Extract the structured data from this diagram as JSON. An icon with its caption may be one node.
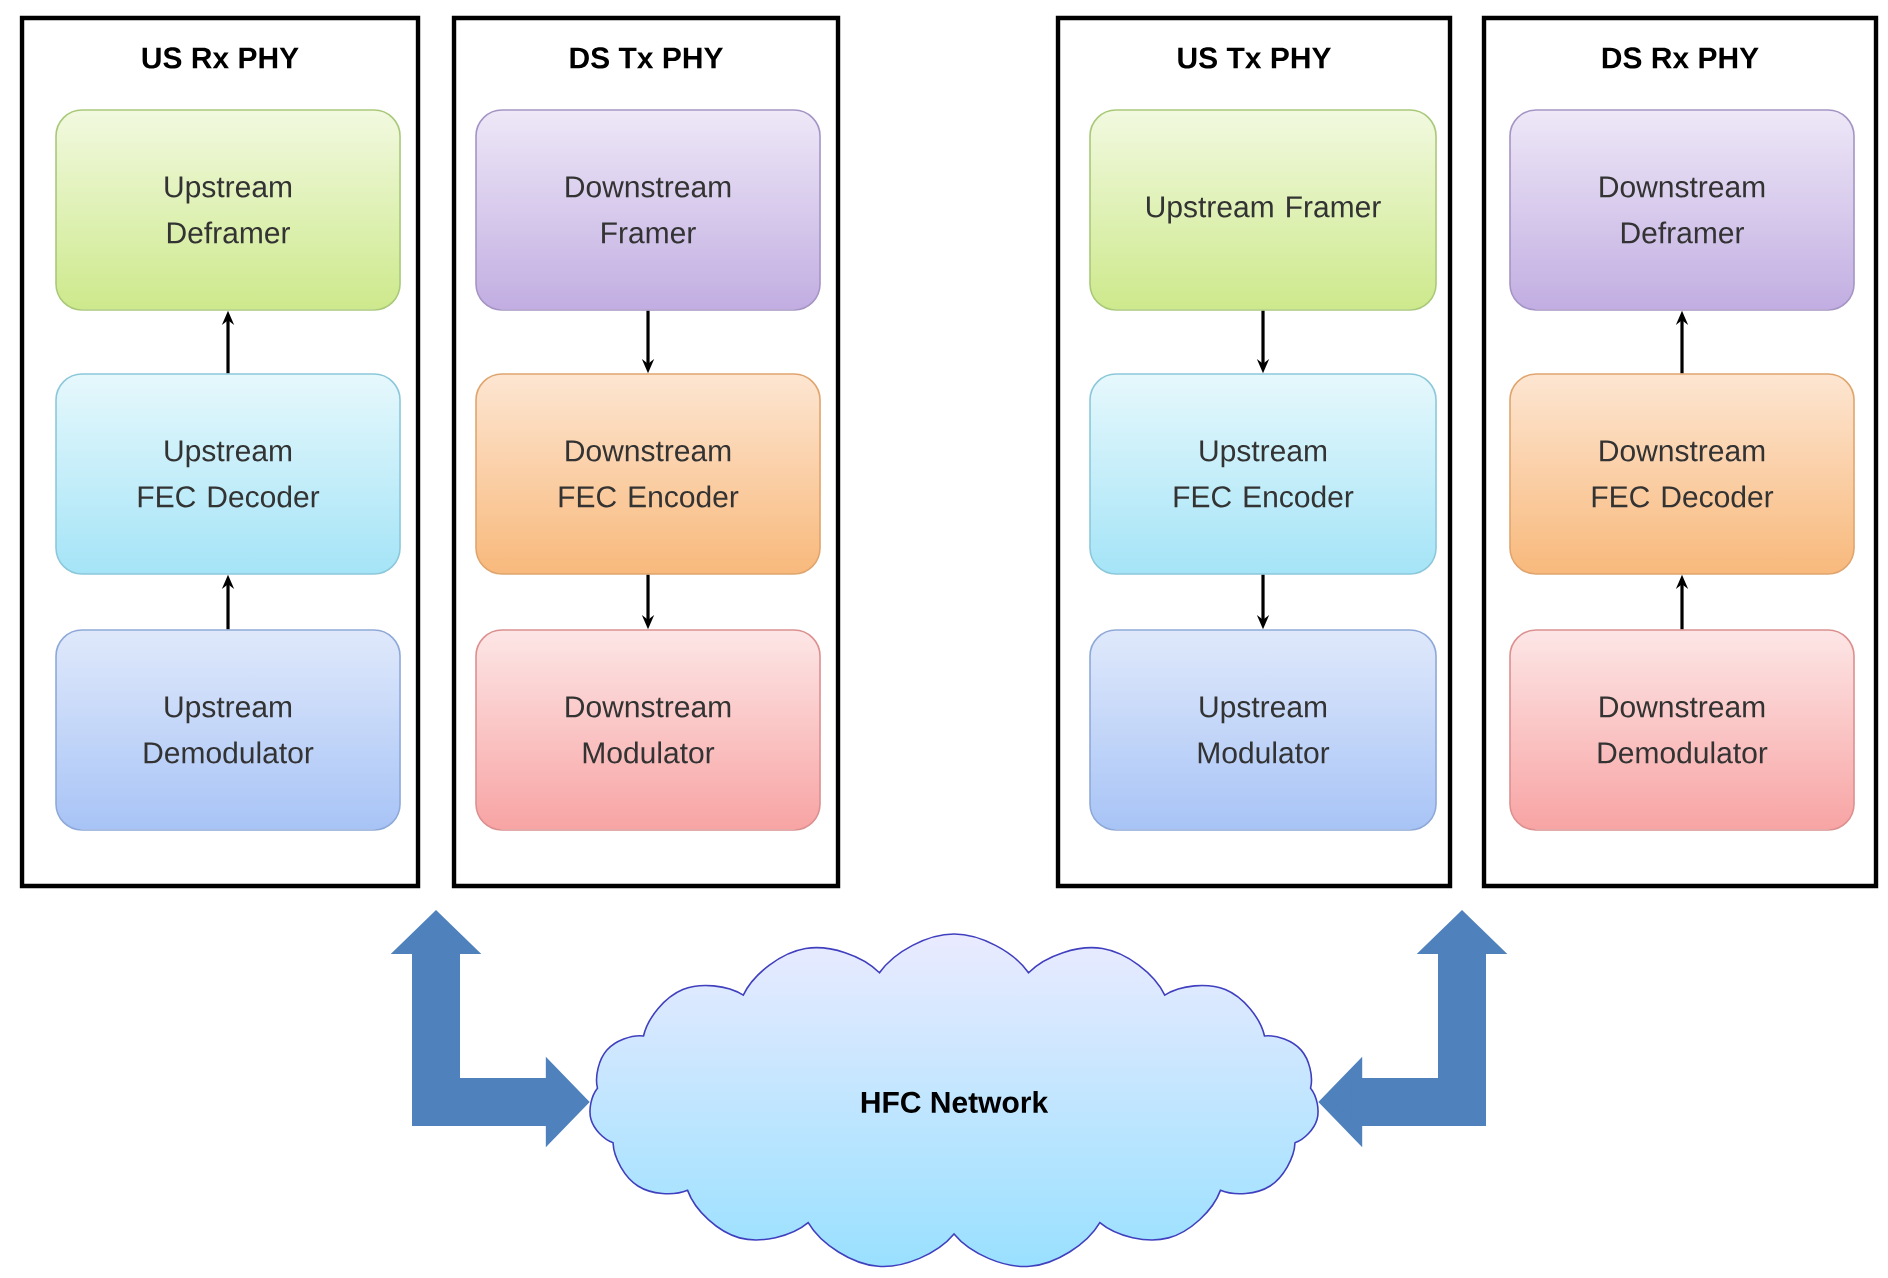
{
  "diagram": {
    "nodes": [
      {
        "text": [
          "US Rx PHY"
        ]
      },
      {
        "text": [
          "Upstream Deframer"
        ],
        "in": 0
      },
      {
        "text": [
          "Upstream FEC Decoder"
        ],
        "in": 0
      },
      {
        "text": [
          "Upstream Demodulator"
        ],
        "in": 0
      },
      {
        "text": [
          "DS Tx PHY"
        ]
      },
      {
        "text": [
          "Downstream Framer"
        ],
        "in": 4
      },
      {
        "text": [
          "Downstream FEC Encoder"
        ],
        "in": 4
      },
      {
        "text": [
          "Downstream Modulator"
        ],
        "in": 4
      },
      {
        "text": [
          "US Tx PHY"
        ]
      },
      {
        "text": [
          "Upstream Framer"
        ],
        "in": 8
      },
      {
        "text": [
          "Upstream FEC Encoder"
        ],
        "in": 8
      },
      {
        "text": [
          "Upstream Modulator"
        ],
        "in": 8
      },
      {
        "text": [
          "DS Rx PHY"
        ]
      },
      {
        "text": [
          "Downstream Deframer"
        ],
        "in": 12
      },
      {
        "text": [
          "Downstream FEC Decoder"
        ],
        "in": 12
      },
      {
        "text": [
          "Downstream Demodulator"
        ],
        "in": 12
      },
      {
        "text": [
          "HFC Network"
        ]
      }
    ],
    "edges": [
      {
        "from": 3,
        "to": 2,
        "arrow": "to"
      },
      {
        "from": 2,
        "to": 1,
        "arrow": "to"
      },
      {
        "from": 5,
        "to": 6,
        "arrow": "to"
      },
      {
        "from": 6,
        "to": 7,
        "arrow": "to"
      },
      {
        "from": 9,
        "to": 10,
        "arrow": "to"
      },
      {
        "from": 10,
        "to": 11,
        "arrow": "to"
      },
      {
        "from": 15,
        "to": 14,
        "arrow": "to"
      },
      {
        "from": 14,
        "to": 13,
        "arrow": "to"
      },
      {
        "from": null,
        "to": 16,
        "arrow": "both",
        "style": "thick",
        "color": "#4f81bd"
      },
      {
        "from": null,
        "to": 16,
        "arrow": "both",
        "style": "thick",
        "color": "#4f81bd"
      }
    ]
  }
}
